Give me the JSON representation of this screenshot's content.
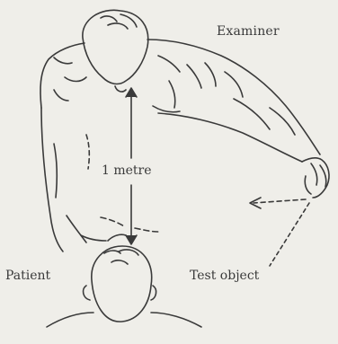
{
  "labels": {
    "examiner": "Examiner",
    "distance": "1 metre",
    "patient": "Patient",
    "test_object": "Test object"
  },
  "colors": {
    "background": "#efeee9",
    "ink": "#3a3a3a"
  }
}
